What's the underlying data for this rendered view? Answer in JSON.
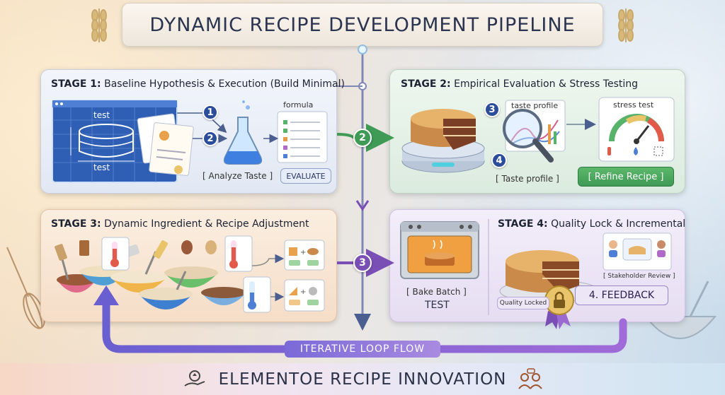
{
  "title": "DYNAMIC RECIPE DEVELOPMENT PIPELINE",
  "stage1": {
    "head_bold": "STAGE 1:",
    "head_rest": " Baseline Hypothesis & Execution (Build Minimal)",
    "blueprint_top": "test",
    "blueprint_bottom": "test",
    "formula": "formula",
    "analyze": "[ Analyze Taste ]",
    "evaluate": "EVALUATE",
    "n1": "1",
    "n2": "2"
  },
  "stage2": {
    "head_bold": "STAGE 2:",
    "head_rest": " Empirical Evaluation & Stress Testing",
    "taste_profile_chart": "taste profile",
    "stress_test": "stress test",
    "taste_profile_label": "[ Taste profile ]",
    "refine": "[ Refine Recipe ]",
    "n3": "3",
    "n4": "4"
  },
  "stage3": {
    "head_bold": "STAGE 3:",
    "head_rest": " Dynamic Ingredient & Recipe Adjustment"
  },
  "stage4": {
    "head_bold": "STAGE 4:",
    "head_rest": " Quality Lock & Incremental",
    "bake": "[ Bake Batch ]",
    "test": "TEST",
    "stakeholder": "[ Stakeholder Review ]",
    "quality_locked": "Quality Locked",
    "feedback": "4. FEEDBACK"
  },
  "flow": {
    "c2": "2",
    "c3": "3",
    "loop": "ITERATIVE LOOP FLOW"
  },
  "footer": "ELEMENTOE RECIPE INNOVATION",
  "colors": {
    "blue": "#2b4d9a",
    "green": "#3e9a55",
    "purple": "#7a4fb5",
    "orange": "#e59a4a"
  }
}
